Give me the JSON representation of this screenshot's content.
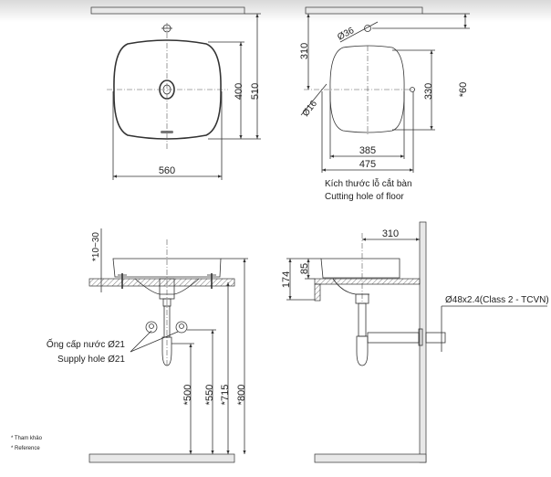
{
  "plan_view": {
    "dim_width": "560",
    "dim_depth_basin": "400",
    "dim_depth_total": "510"
  },
  "cutout_view": {
    "dim_tap_hole": "Ø36",
    "dim_overflow_hole": "Ø16",
    "dim_tap_to_center": "310",
    "dim_height": "330",
    "dim_wall_to_tap": "*60",
    "dim_inner_width": "385",
    "dim_outer_width": "475",
    "caption_vi": "Kích thước lỗ cắt bàn",
    "caption_en": "Cutting hole of floor"
  },
  "front_view": {
    "dim_above_counter": "*10~30",
    "supply_label_vi": "Ống cấp nước Ø21",
    "supply_label_en": "Supply hole Ø21",
    "dim_500": "*500",
    "dim_550": "*550",
    "dim_715": "*715",
    "dim_800": "*800"
  },
  "side_view": {
    "dim_wall_to_center": "310",
    "dim_total_height": "174",
    "dim_above_counter": "85",
    "pipe_label": "Ø48x2.4(Class 2 - TCVN)"
  },
  "notes": {
    "ref_vi": "* Tham khảo",
    "ref_en": "* Reference"
  }
}
